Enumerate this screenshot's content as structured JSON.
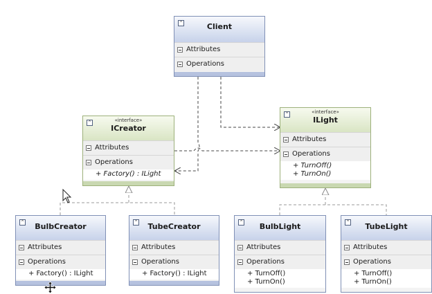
{
  "diagram": {
    "section_attributes": "Attributes",
    "section_operations": "Operations",
    "stereotype_interface": "«interface»",
    "classes": {
      "client": {
        "name": "Client",
        "operations": []
      },
      "icreator": {
        "name": "ICreator",
        "operations": [
          "+ Factory() : ILight"
        ]
      },
      "ilight": {
        "name": "ILight",
        "operations": [
          "+ TurnOff()",
          "+ TurnOn()"
        ]
      },
      "bulbcreator": {
        "name": "BulbCreator",
        "operations": [
          "+ Factory() : ILight"
        ]
      },
      "tubecreator": {
        "name": "TubeCreator",
        "operations": [
          "+ Factory() : ILight"
        ]
      },
      "bulblight": {
        "name": "BulbLight",
        "operations": [
          "+ TurnOff()",
          "+ TurnOn()"
        ]
      },
      "tubelight": {
        "name": "TubeLight",
        "operations": [
          "+ TurnOff()",
          "+ TurnOn()"
        ]
      }
    },
    "colors": {
      "class_header": "#c7d2ea",
      "interface_header": "#d9e5c4",
      "connector": "#444444",
      "generalization": "#999999"
    }
  }
}
